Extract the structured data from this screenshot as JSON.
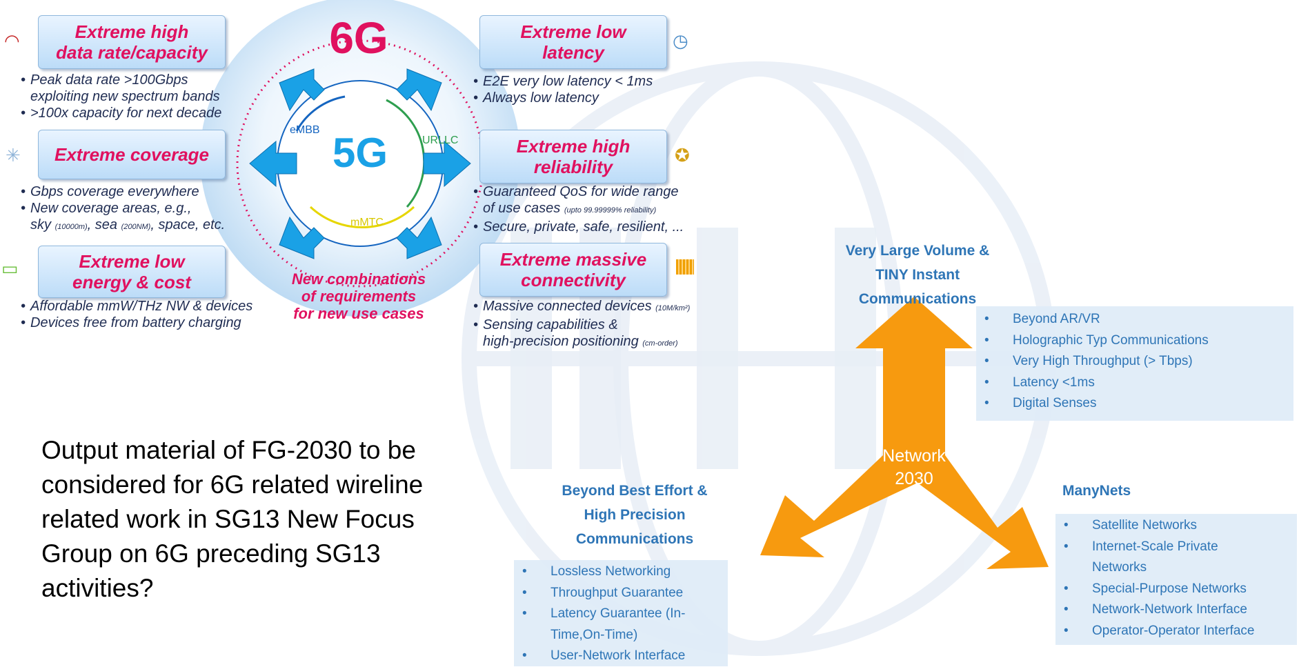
{
  "figure_6g": {
    "title": "6G",
    "center_label": "5G",
    "ring_labels": {
      "embb": "eMBB",
      "urllc": "URLLC",
      "mmtc": "mMTC"
    },
    "bottom_caption": [
      "New combinations",
      "of requirements",
      "for new use cases"
    ],
    "panels": [
      {
        "title": [
          "Extreme high",
          "data rate/capacity"
        ],
        "icon": "speedometer-icon",
        "bullets": [
          [
            "Peak data rate >100Gbps",
            "exploiting new spectrum bands"
          ],
          [
            ">100x capacity for next decade"
          ]
        ]
      },
      {
        "title": [
          "Extreme coverage"
        ],
        "icon": "sparkle-icon",
        "bullets": [
          [
            "Gbps coverage everywhere"
          ],
          [
            "New coverage areas, e.g.,"
          ]
        ],
        "extra": {
          "a": "sky ",
          "b": "(10000m)",
          "c": ", sea ",
          "d": "(200NM)",
          "e": ", space, etc."
        }
      },
      {
        "title": [
          "Extreme low",
          "energy & cost"
        ],
        "icon": "battery-icon",
        "bullets": [
          [
            "Affordable mmW/THz NW & devices"
          ],
          [
            "Devices free from battery charging"
          ]
        ]
      },
      {
        "title": [
          "Extreme low",
          "latency"
        ],
        "icon": "stopwatch-icon",
        "bullets": [
          [
            "E2E very low latency < 1ms"
          ],
          [
            "Always low latency"
          ]
        ]
      },
      {
        "title": [
          "Extreme high",
          "reliability"
        ],
        "icon": "medal-icon",
        "bullets": [
          [
            "Guaranteed QoS for wide range"
          ],
          [
            "Secure, private, safe, resilient, ..."
          ]
        ],
        "extra": {
          "a": "of use cases ",
          "b": "(upto 99.99999% reliability)"
        }
      },
      {
        "title": [
          "Extreme massive",
          "connectivity"
        ],
        "icon": "chip-icon",
        "bullets": [
          [
            "Massive connected devices "
          ],
          [
            "Sensing capabilities &"
          ]
        ],
        "extra": {
          "unit": "(10M/km²)",
          "a": "high-precision positioning ",
          "b": "(cm-order)"
        }
      }
    ]
  },
  "question": "Output material of FG-2030 to be considered for 6G related wireline related work in SG13 New Focus Group on 6G preceding SG13 activities?",
  "network_diagram": {
    "center_label": [
      "Network",
      "2030"
    ],
    "branches": {
      "top": {
        "title": [
          "Very  Large Volume &",
          "TINY Instant",
          "Communications"
        ],
        "items": [
          "Beyond AR/VR",
          "Holographic Typ Communications",
          "Very High Throughput (> Tbps)",
          "Latency <1ms",
          "Digital Senses"
        ]
      },
      "left": {
        "title": [
          "Beyond Best Effort &",
          "High Precision",
          "Communications"
        ],
        "items": [
          "Lossless Networking",
          "Throughput Guarantee",
          "Latency Guarantee (In-",
          "Time,On-Time)",
          "User-Network Interface"
        ]
      },
      "right": {
        "title": [
          "ManyNets"
        ],
        "items": [
          "Satellite Networks",
          "Internet-Scale Private",
          "Networks",
          "Special-Purpose  Networks",
          "Network-Network Interface",
          "Operator-Operator  Interface"
        ]
      }
    }
  },
  "colors": {
    "arrow": "#f79a0f",
    "heading_blue": "#2e75b6",
    "panel_title": "#e0115f",
    "box_fill": "#deebf7"
  }
}
